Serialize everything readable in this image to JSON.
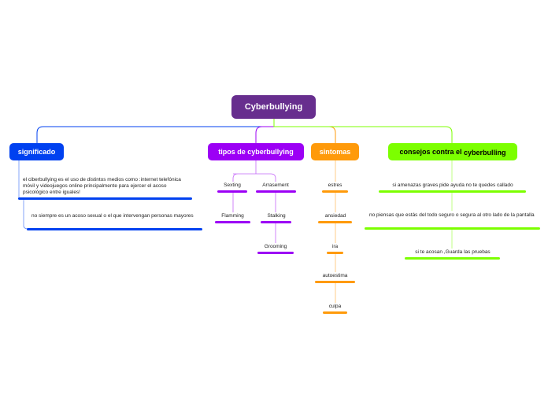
{
  "colors": {
    "root": "#672E8E",
    "blue": "#0041F0",
    "purple": "#9C00F5",
    "orange": "#FF9A0A",
    "green": "#7CFF00"
  },
  "root": {
    "label": "Cyberbullying"
  },
  "significado": {
    "label": "significado",
    "items": [
      "el ciberbullying es el uso de distintos medios como :internet telefónica móvil y videojuegos online principalmente para ejercer el acoso psicológico entre iguales!",
      "no siempre es un acoso sexual o el que intervengan personas mayores"
    ]
  },
  "tipos": {
    "label": "tipos de cyberbullying",
    "items": [
      "Sexting",
      "Arrasement",
      "Flamming",
      "Stalking",
      "Grooming"
    ]
  },
  "sintomas": {
    "label": "sintomas",
    "items": [
      "estres",
      "ansiedad",
      "ira",
      "autoestima",
      "culpa"
    ]
  },
  "consejos": {
    "label": "consejos contra el cyberbulling",
    "label_a": "consejos contra el",
    "label_b": "cyberbulling",
    "items": [
      "si amenazas graves pide ayuda no te quedes callado",
      "no piensas que estás del todo seguro o segura al otro lado de la pantalla",
      "si te acosan ,Guarda las pruebas"
    ]
  }
}
